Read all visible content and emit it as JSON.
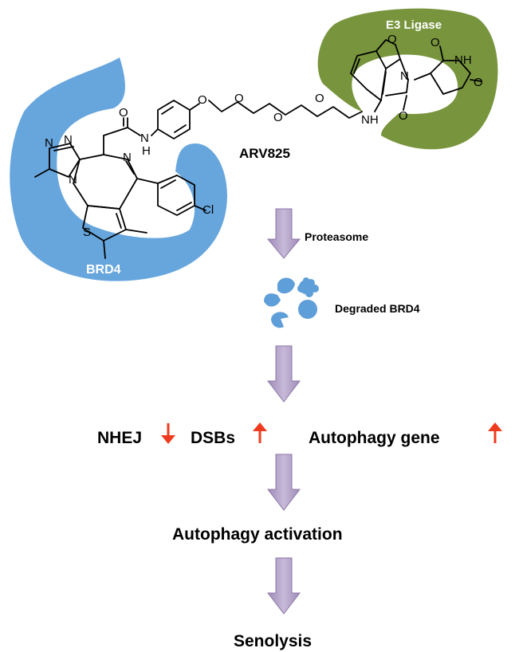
{
  "labels": {
    "e3_ligase": "E3 Ligase",
    "brd4": "BRD4",
    "compound": "ARV825",
    "proteasome": "Proteasome",
    "degraded": "Degraded BRD4",
    "nhej": "NHEJ",
    "dsbs": "DSBs",
    "autophagy_gene": "Autophagy gene",
    "autophagy_activation": "Autophagy activation",
    "senolysis": "Senolysis"
  },
  "atoms": {
    "O": "O",
    "N": "N",
    "NH": "NH",
    "H": "H",
    "S": "S",
    "Cl": "Cl"
  },
  "colors": {
    "brd4_blue": "#67a6dd",
    "e3_green": "#78953d",
    "fragment_blue": "#5e9ed9",
    "arrow_purple": "#b8a7cc",
    "arrow_purple_edge": "#8d79a8",
    "up_down_red": "#ee3b1f"
  },
  "icons": {
    "down": "down-arrow-icon",
    "up": "up-arrow-icon"
  }
}
